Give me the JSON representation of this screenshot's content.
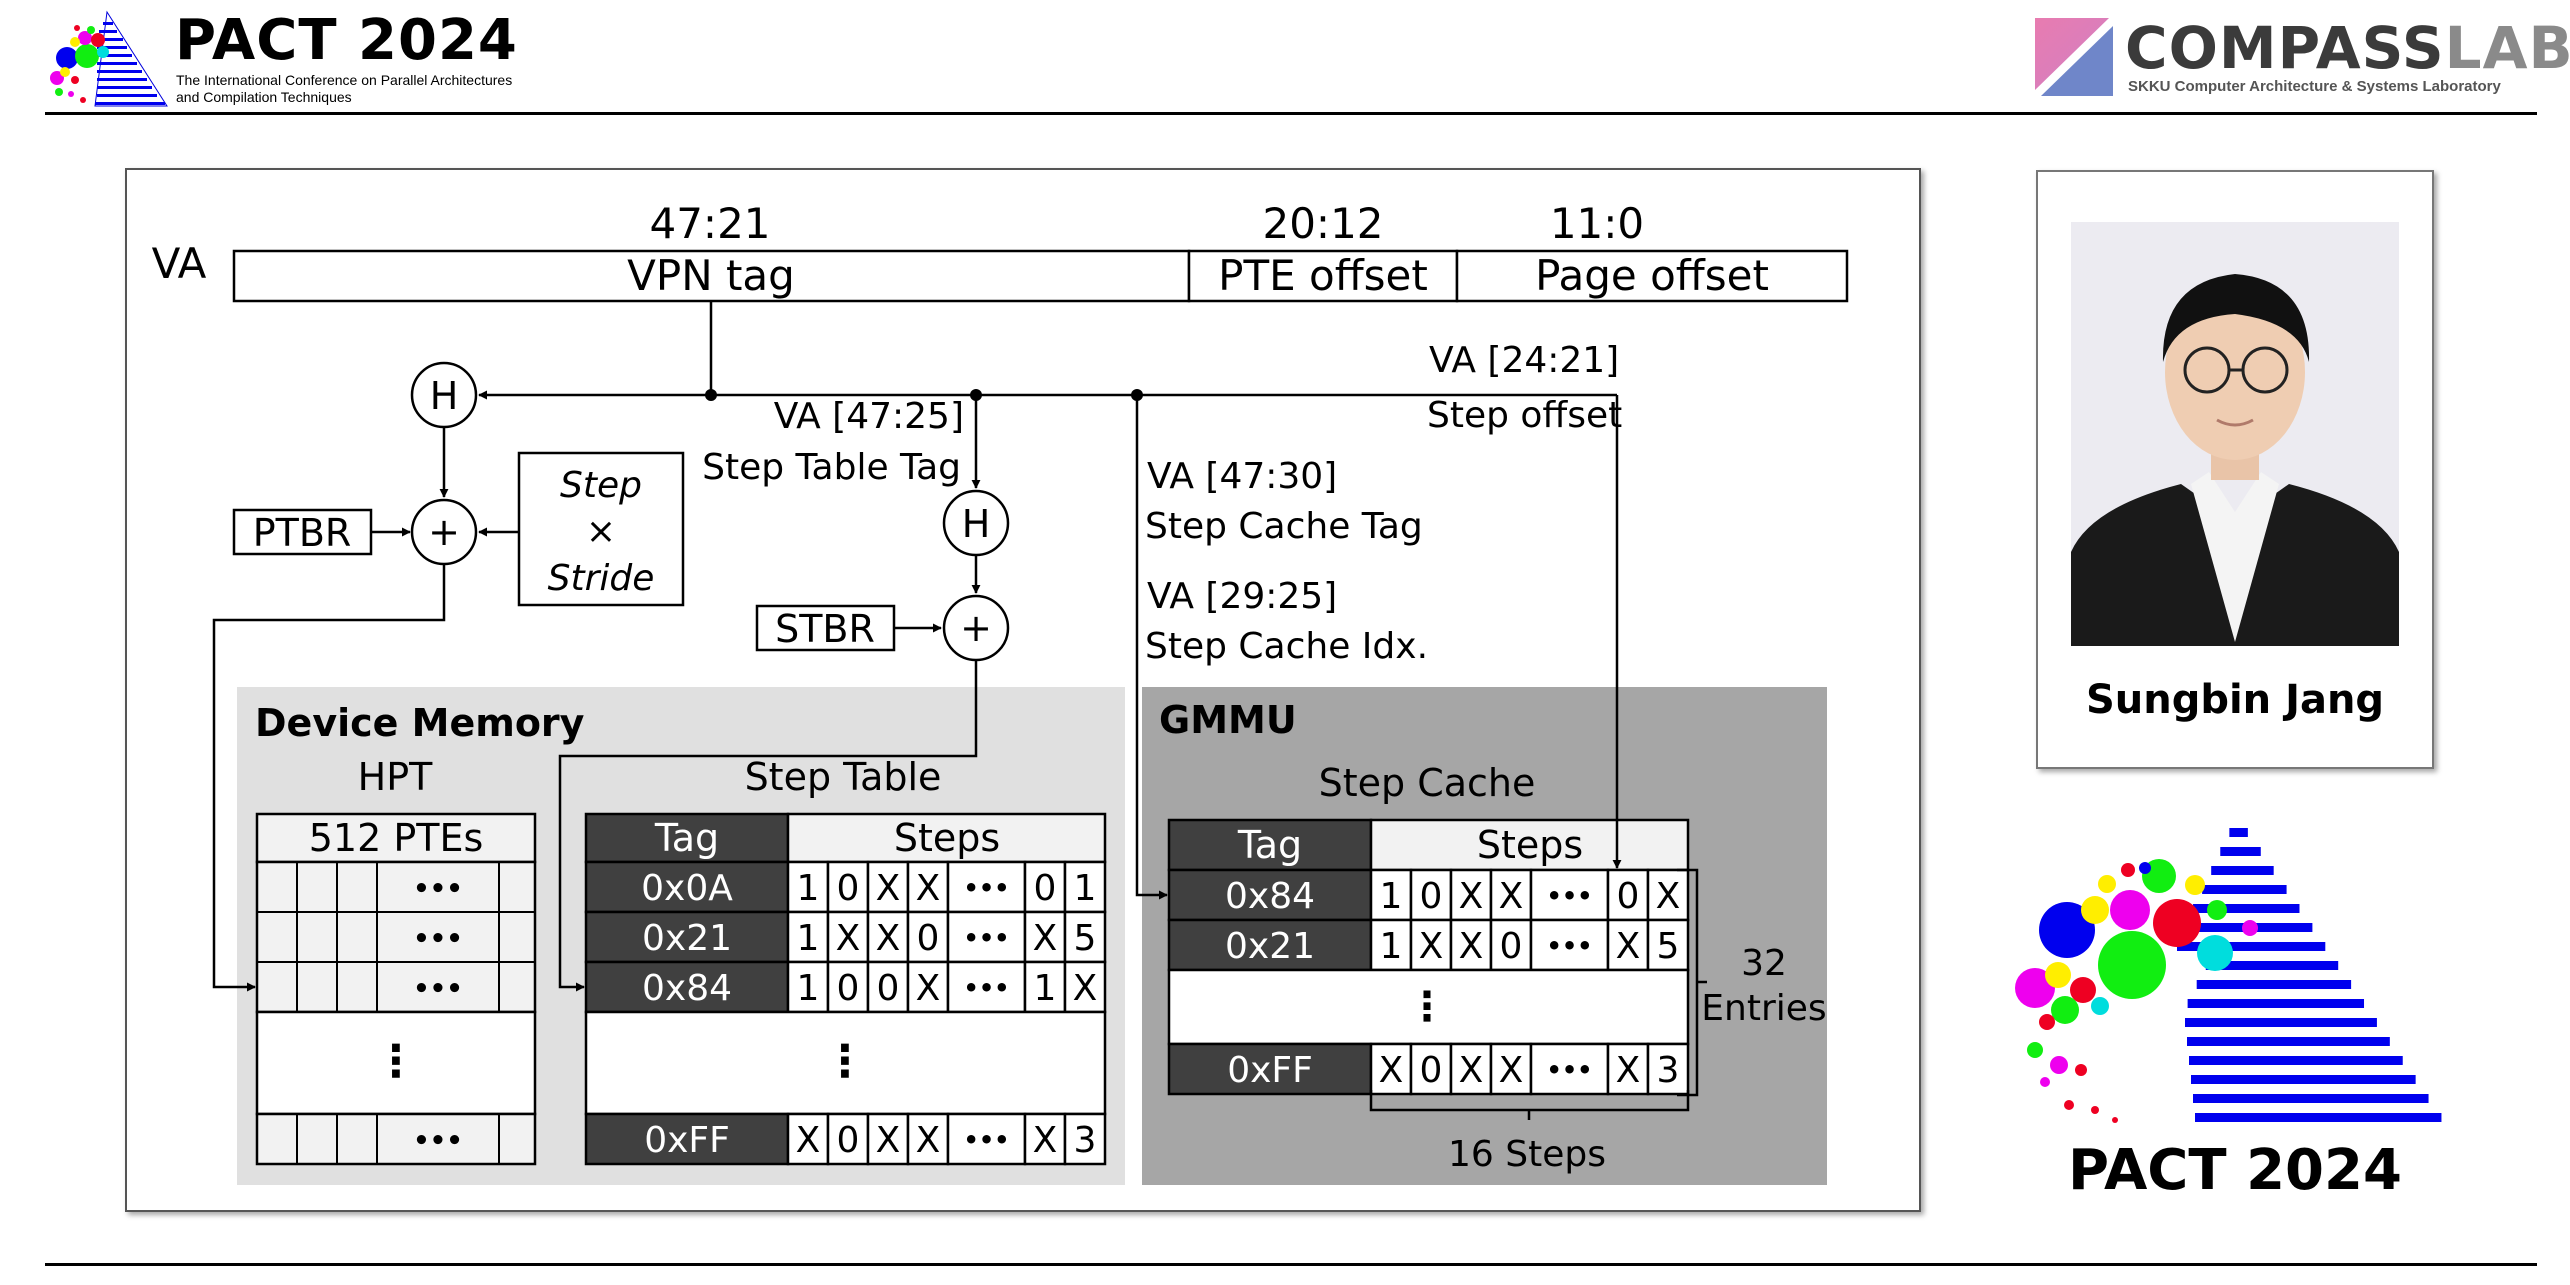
{
  "header": {
    "conference_title": "PACT 2024",
    "conference_subtitle_line1": "The International Conference on Parallel Architectures",
    "conference_subtitle_line2": "and Compilation Techniques",
    "lab_name_part1": "COMPASS",
    "lab_name_part2": "LAB",
    "lab_subtitle": "SKKU Computer Architecture & Systems Laboratory"
  },
  "diagram": {
    "va_label": "VA",
    "bit_ranges": [
      "47:21",
      "20:12",
      "11:0"
    ],
    "va_fields": [
      "VPN tag",
      "PTE offset",
      "Page offset"
    ],
    "hash_label": "H",
    "plus_label": "+",
    "ptbr_label": "PTBR",
    "stbr_label": "STBR",
    "step_stride": [
      "Step",
      "×",
      "Stride"
    ],
    "annotations": {
      "step_offset_bits": "VA [24:21]",
      "step_offset_name": "Step offset",
      "step_table_tag_bits": "VA [47:25]",
      "step_table_tag_name": "Step Table Tag",
      "step_cache_tag_bits": "VA [47:30]",
      "step_cache_tag_name": "Step Cache Tag",
      "step_cache_idx_bits": "VA [29:25]",
      "step_cache_idx_name": "Step Cache Idx."
    },
    "device_memory": {
      "title": "Device Memory",
      "hpt_title": "HPT",
      "hpt_header": "512 PTEs",
      "ellipsis_h": "•••",
      "ellipsis_v": "⋮",
      "step_table_title": "Step Table",
      "col_tag": "Tag",
      "col_steps": "Steps",
      "rows": [
        {
          "tag": "0x0A",
          "steps": [
            "1",
            "0",
            "X",
            "X",
            "•••",
            "0",
            "1"
          ]
        },
        {
          "tag": "0x21",
          "steps": [
            "1",
            "X",
            "X",
            "0",
            "•••",
            "X",
            "5"
          ]
        },
        {
          "tag": "0x84",
          "steps": [
            "1",
            "0",
            "0",
            "X",
            "•••",
            "1",
            "X"
          ]
        }
      ],
      "last_row": {
        "tag": "0xFF",
        "steps": [
          "X",
          "0",
          "X",
          "X",
          "•••",
          "X",
          "3"
        ]
      }
    },
    "gmmu": {
      "title": "GMMU",
      "step_cache_title": "Step Cache",
      "col_tag": "Tag",
      "col_steps": "Steps",
      "rows": [
        {
          "tag": "0x84",
          "steps": [
            "1",
            "0",
            "X",
            "X",
            "•••",
            "0",
            "X"
          ]
        },
        {
          "tag": "0x21",
          "steps": [
            "1",
            "X",
            "X",
            "0",
            "•••",
            "X",
            "5"
          ]
        }
      ],
      "last_row": {
        "tag": "0xFF",
        "steps": [
          "X",
          "0",
          "X",
          "X",
          "•••",
          "X",
          "3"
        ]
      },
      "entries_count": "32",
      "entries_label": "Entries",
      "steps_label": "16 Steps"
    }
  },
  "presenter": {
    "name": "Sungbin Jang"
  },
  "footer_logo": {
    "title": "PACT 2024"
  },
  "colors": {
    "gmmu_bg": "#a6a6a6",
    "device_memory_bg": "#e0e0e0",
    "tag_cell_bg": "#404040",
    "logo_blue": "#0000ee"
  }
}
